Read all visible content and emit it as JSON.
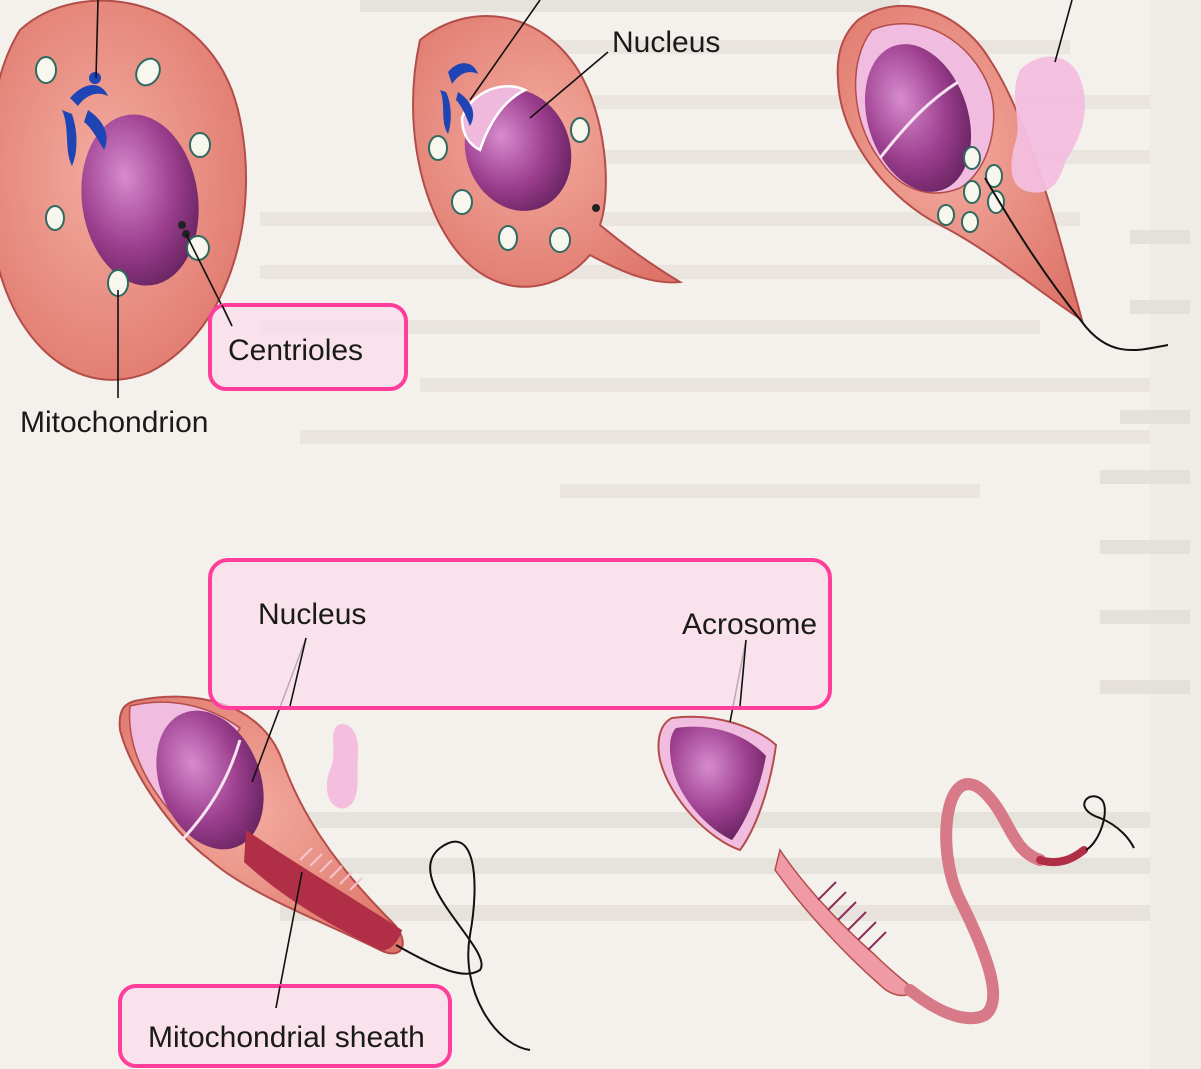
{
  "labels": {
    "nucleus_top": "Nucleus",
    "centrioles": "Centrioles",
    "mitochondrion": "Mitochondrion",
    "nucleus_bottom": "Nucleus",
    "acrosome": "Acrosome",
    "mitochondrial_sheath": "Mitochondrial sheath"
  },
  "colors": {
    "highlight_border": "#ff3e9c",
    "highlight_fill": "#fbdcec",
    "cytoplasm": "#e88c80",
    "nucleus": "#9b3d8e",
    "acrosome": "#efb9dd",
    "golgi": "#1f45b4",
    "tail": "#c2323f"
  }
}
